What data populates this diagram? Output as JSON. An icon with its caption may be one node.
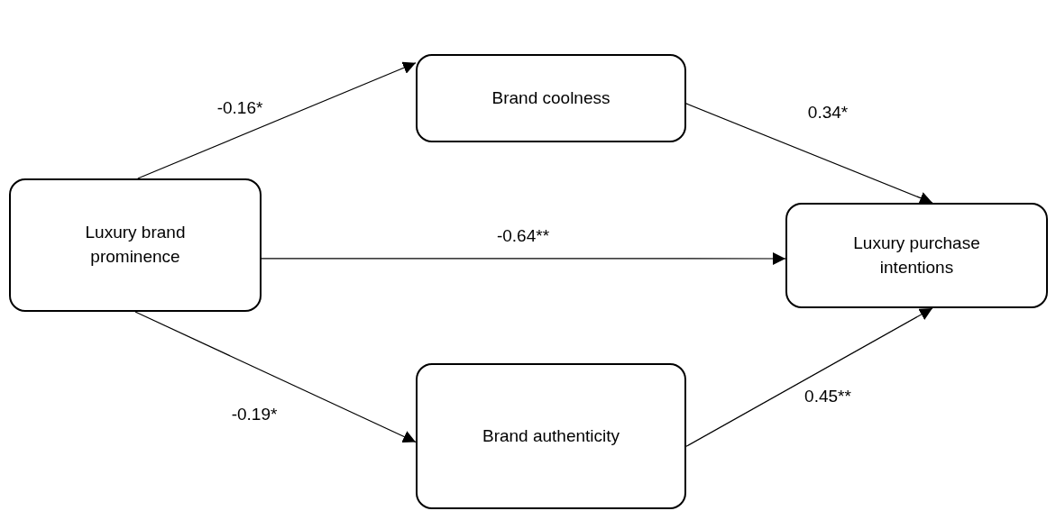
{
  "diagram": {
    "nodes": [
      {
        "text": [
          "Luxury brand prominence"
        ]
      },
      {
        "text": [
          "Brand coolness"
        ]
      },
      {
        "text": [
          "Luxury purchase intentions"
        ]
      },
      {
        "text": [
          "Brand authenticity"
        ]
      }
    ],
    "edges": [
      {
        "from": 0,
        "to": 1,
        "arrow": "to",
        "label": "-0.16*"
      },
      {
        "from": 1,
        "to": 2,
        "arrow": "to",
        "label": "0.34*"
      },
      {
        "from": 0,
        "to": 2,
        "arrow": "to",
        "label": "-0.64**"
      },
      {
        "from": 0,
        "to": 3,
        "arrow": "to",
        "label": "-0.19*"
      },
      {
        "from": 3,
        "to": 2,
        "arrow": "to",
        "label": "0.45**"
      }
    ]
  }
}
